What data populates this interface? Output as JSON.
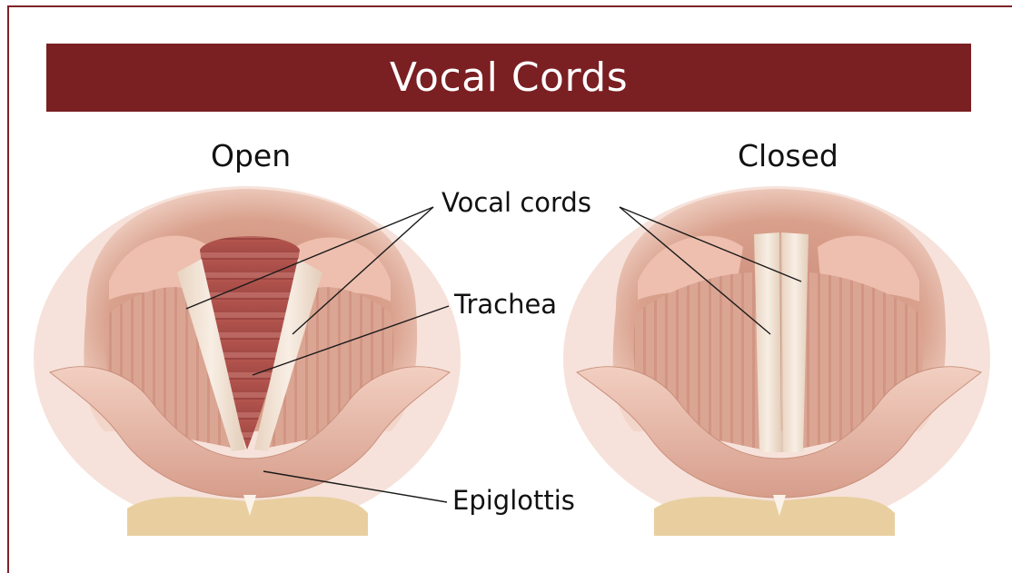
{
  "title": "Vocal Cords",
  "panels": [
    {
      "label": "Open"
    },
    {
      "label": "Closed"
    }
  ],
  "callouts": {
    "vocal_cords": "Vocal cords",
    "trachea": "Trachea",
    "epiglottis": "Epiglottis"
  },
  "colors": {
    "banner": "#7a1f22",
    "tissue": "#e2b09d",
    "cord": "#f1e3d3",
    "trachea": "#b65e57"
  }
}
